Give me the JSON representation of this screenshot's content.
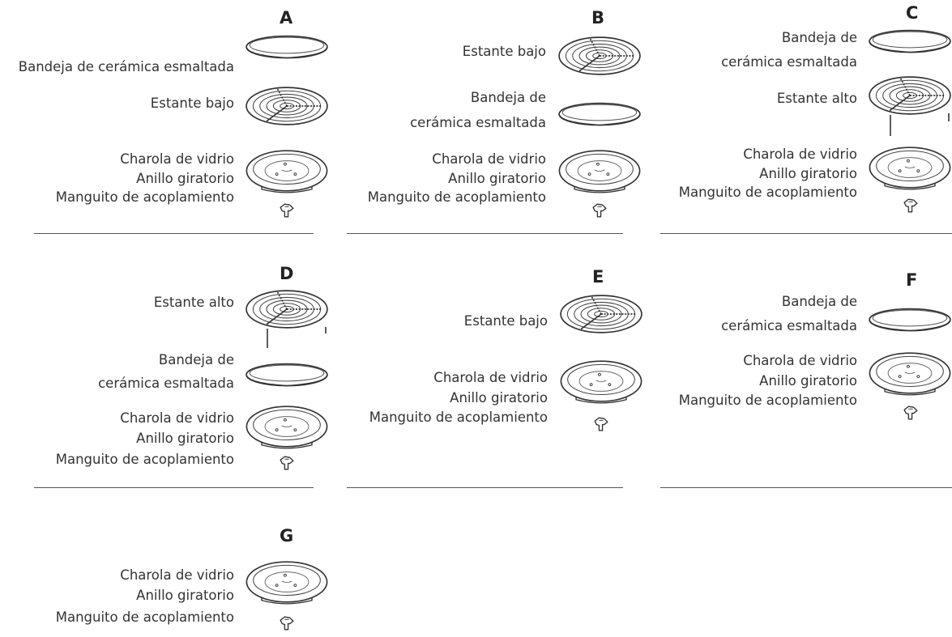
{
  "panels": [
    {
      "id": "A",
      "labels": {
        "tray": "Bandeja de cerámica esmaltada",
        "rack": "Estante bajo",
        "glass": "Charola de vidrio",
        "ring": "Anillo giratorio",
        "coupler": "Manguito de acoplamiento"
      }
    },
    {
      "id": "B",
      "labels": {
        "rack": "Estante bajo",
        "tray_1": "Bandeja de",
        "tray_2": "cerámica esmaltada",
        "glass": "Charola de vidrio",
        "ring": "Anillo giratorio",
        "coupler": "Manguito de acoplamiento"
      }
    },
    {
      "id": "C",
      "labels": {
        "tray_1": "Bandeja de",
        "tray_2": "cerámica esmaltada",
        "rack": "Estante alto",
        "glass": "Charola de vidrio",
        "ring": "Anillo giratorio",
        "coupler": "Manguito de acoplamiento"
      }
    },
    {
      "id": "D",
      "labels": {
        "rack": "Estante alto",
        "tray_1": "Bandeja de",
        "tray_2": "cerámica esmaltada",
        "glass": "Charola de vidrio",
        "ring": "Anillo giratorio",
        "coupler": "Manguito de acoplamiento"
      }
    },
    {
      "id": "E",
      "labels": {
        "rack": "Estante bajo",
        "glass": "Charola de vidrio",
        "ring": "Anillo giratorio",
        "coupler": "Manguito de acoplamiento"
      }
    },
    {
      "id": "F",
      "labels": {
        "tray_1": "Bandeja de",
        "tray_2": "cerámica esmaltada",
        "glass": "Charola de vidrio",
        "ring": "Anillo giratorio",
        "coupler": "Manguito de acoplamiento"
      }
    },
    {
      "id": "G",
      "labels": {
        "glass": "Charola de vidrio",
        "ring": "Anillo giratorio",
        "coupler": "Manguito de acoplamiento"
      }
    }
  ]
}
